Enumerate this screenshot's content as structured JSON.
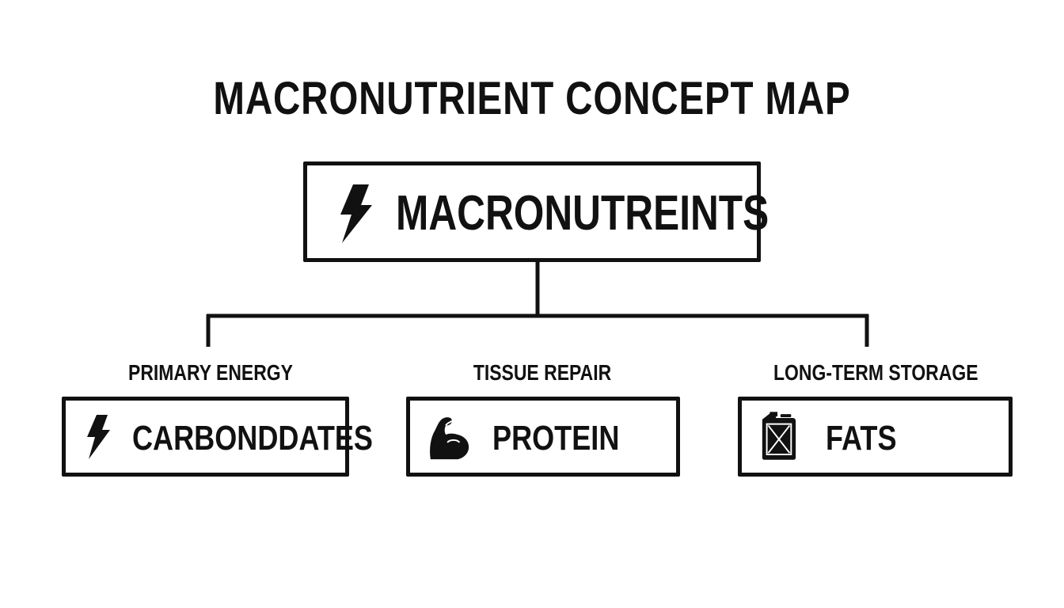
{
  "diagram": {
    "title": "MACRONUTRIENT CONCEPT MAP",
    "root": {
      "label": "MACRONUTREINTS",
      "icon": "lightning-bolt-icon"
    },
    "children": [
      {
        "caption": "PRIMARY ENERGY",
        "label": "CARBONDDATES",
        "icon": "lightning-bolt-icon"
      },
      {
        "caption": "TISSUE REPAIR",
        "label": "PROTEIN",
        "icon": "flexed-bicep-icon"
      },
      {
        "caption": "LONG-TERM STORAGE",
        "label": "FATS",
        "icon": "jerry-can-icon"
      }
    ]
  },
  "colors": {
    "stroke": "#111111",
    "background": "#ffffff"
  }
}
